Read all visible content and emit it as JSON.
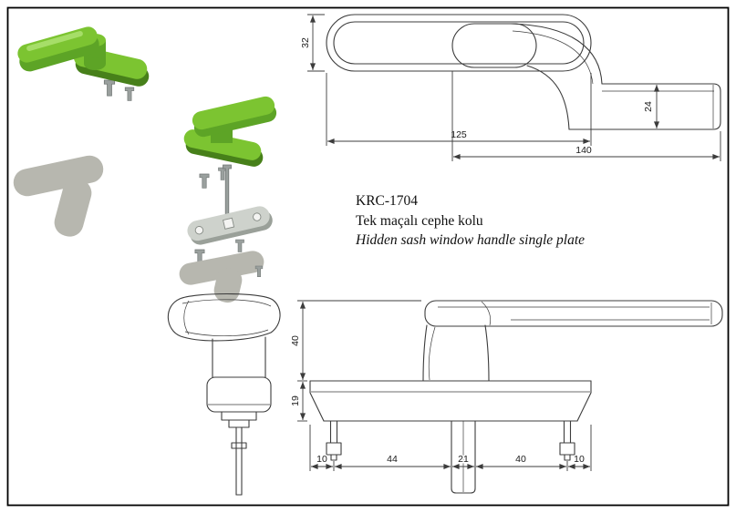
{
  "product": {
    "code": "KRC-1704",
    "title_tr": "Tek maçalı cephe kolu",
    "title_en": "Hidden sash window handle single plate"
  },
  "top_view": {
    "dims": {
      "plate_width_mm": "32",
      "grip_width_mm": "24",
      "plate_length_mm": "125",
      "overall_length_mm": "140"
    }
  },
  "side_view": {
    "dims": {
      "handle_height_mm": "40",
      "base_height_mm": "19",
      "left_offset_mm": "10",
      "left_span_mm": "44",
      "spindle_width_mm": "21",
      "right_span_mm": "40",
      "right_offset_mm": "10"
    }
  },
  "colors": {
    "handle_green": "#7cc431",
    "handle_green_dark": "#5da426",
    "handle_green_deep": "#47801a",
    "handle_green_highlight": "#a6de68",
    "shadow_gray": "#b7b7af",
    "metal_gray": "#9aa09e",
    "plate_gray": "#ced2cc",
    "plate_gray_dark": "#9aa099",
    "line_color": "#3c3c3c",
    "frame_border": "#000000"
  }
}
